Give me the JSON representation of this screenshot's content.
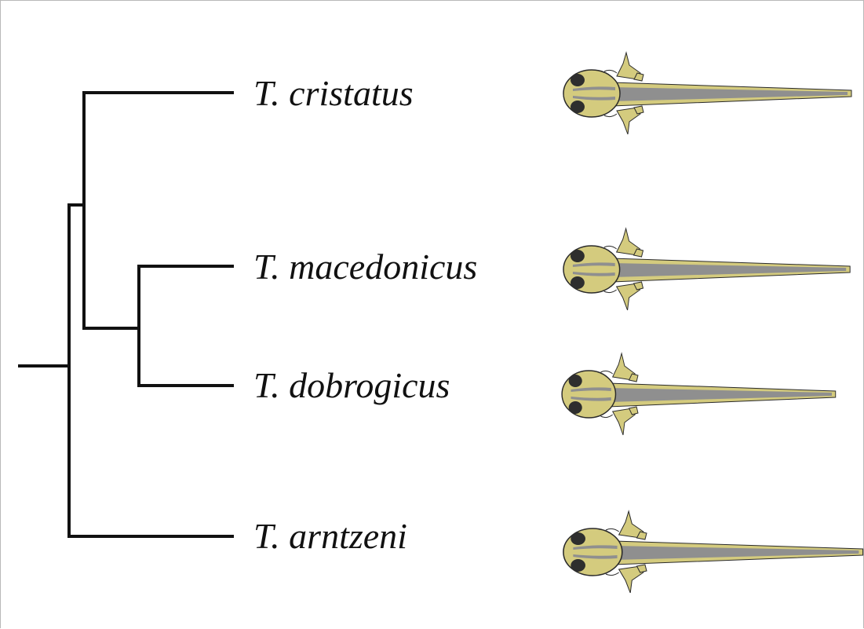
{
  "taxa": [
    {
      "label": "T. cristatus"
    },
    {
      "label": "T. macedonicus"
    },
    {
      "label": "T. dobrogicus"
    },
    {
      "label": "T. arntzeni"
    }
  ],
  "colors": {
    "branch": "#111111",
    "larva_body": "#d4cb7e",
    "larva_outline": "#2a2a2a",
    "larva_stripe": "#8f8f8f",
    "larva_eye": "#2e2e2e",
    "frame": "#b8b8b8"
  },
  "icons": {
    "larva": "newt-larva-icon"
  }
}
